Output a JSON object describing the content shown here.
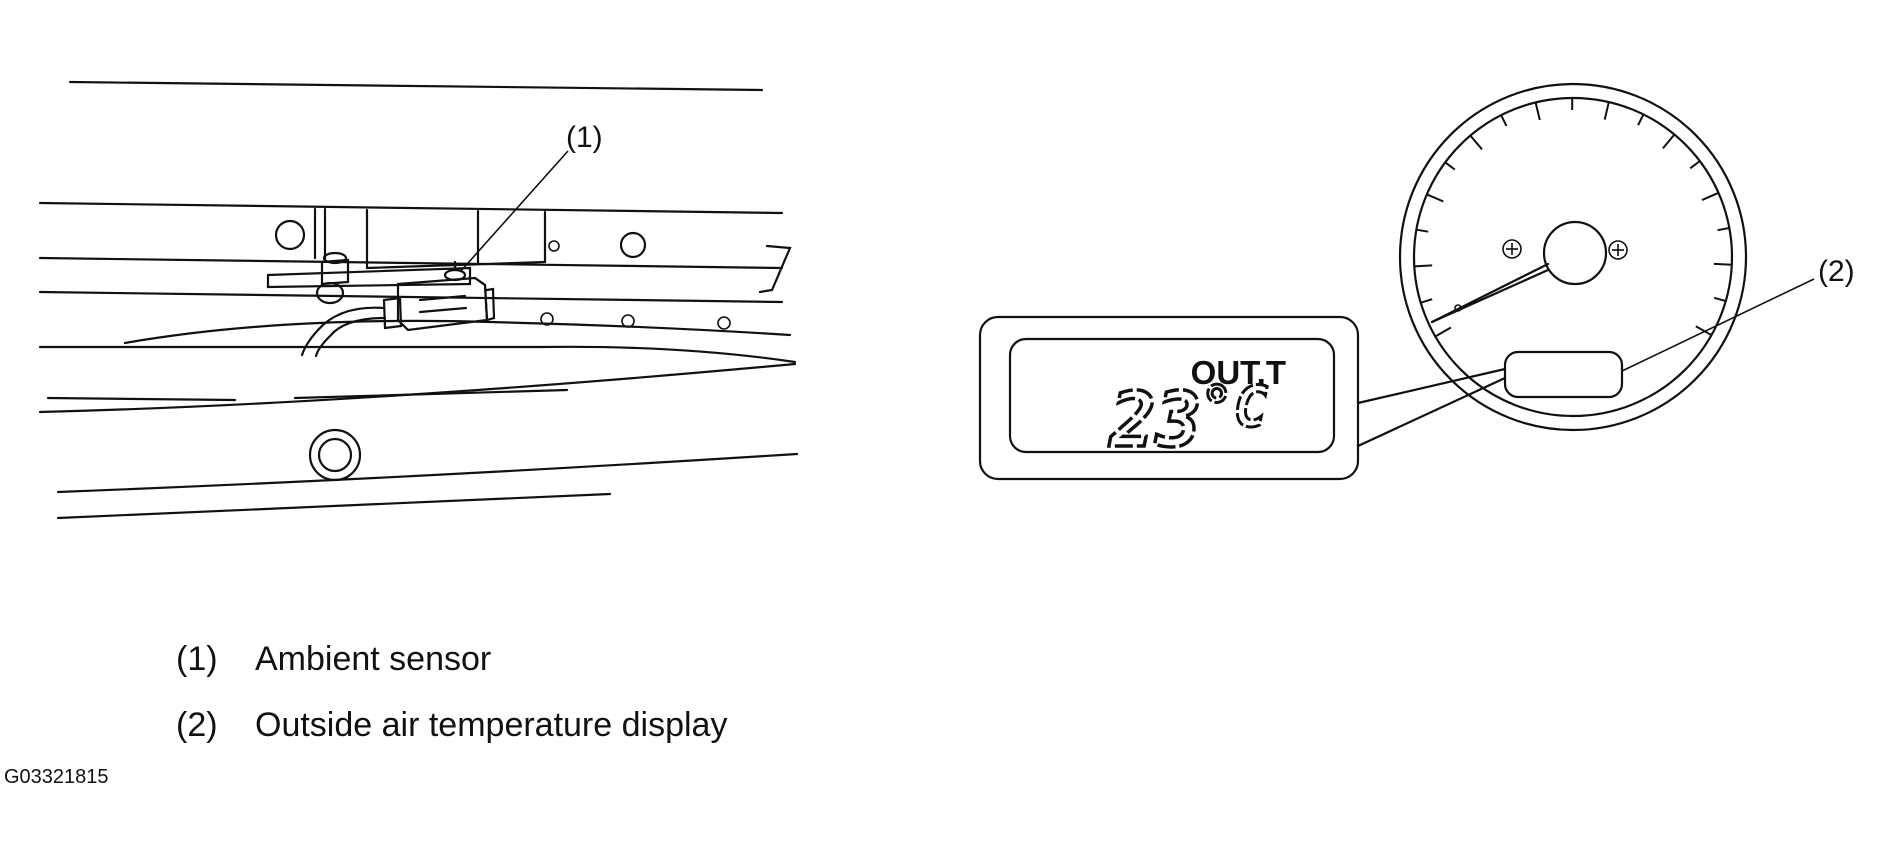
{
  "callouts": {
    "c1": "(1)",
    "c2": "(2)"
  },
  "display": {
    "label": "OUT.T",
    "value": "23",
    "unit": "°C"
  },
  "legend": [
    {
      "number": "(1)",
      "text": "Ambient sensor"
    },
    {
      "number": "(2)",
      "text": "Outside air temperature display"
    }
  ],
  "figure_id": "G03321815"
}
